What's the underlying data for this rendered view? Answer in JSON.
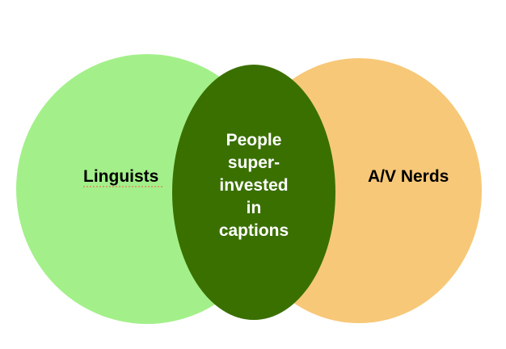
{
  "diagram": {
    "type": "venn",
    "left_set": {
      "label": "Linguists",
      "color": "#a3f08a"
    },
    "right_set": {
      "label": "A/V Nerds",
      "color": "#f7c878"
    },
    "intersection": {
      "lines": [
        "People",
        "super-",
        "invested",
        "in",
        "captions"
      ],
      "color": "#3a7000",
      "text_color": "#ffffff"
    },
    "label_color": "#000000"
  }
}
